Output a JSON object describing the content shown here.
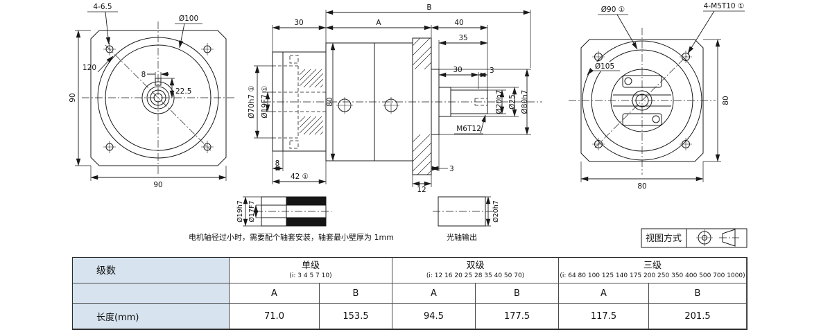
{
  "colors": {
    "line": "#1a1a1a",
    "table_header_bg": "#d7e4f0"
  },
  "front_view": {
    "dim_corner_holes": "4-6.5",
    "dim_outer_circle": "Ø100",
    "dim_bolt_circle": "120",
    "dim_height": "90",
    "dim_width": "90",
    "dim_keyway_depth": "22.5",
    "dim_keyway_width": "8"
  },
  "section_view": {
    "dim_total_b": "B",
    "dim_input_len": "30",
    "dim_body_a": "A",
    "dim_output_len": "40",
    "dim_shaft_sec": "35",
    "dim_shaft_len": "30",
    "dim_shaft_step": "3",
    "dim_pilot_bore": "Ø70h7 ①",
    "dim_input_bore": "Ø19F7 ①",
    "dim_body_height": "80",
    "dim_shaft_dia": "Ø20h7",
    "dim_shoulder_dia": "Ø25",
    "dim_pilot_dia": "Ø80h7",
    "thread_callout": "M6T12",
    "dim_hole_depth": "8",
    "dim_flange_len": "42 ①",
    "dim_flange_thick": "12",
    "dim_boss_thick": "3"
  },
  "rear_view": {
    "dim_bolt_circle": "Ø90 ①",
    "dim_tapped_holes": "4-M5T10 ①",
    "dim_outer_circle": "Ø105",
    "dim_height": "80",
    "dim_width": "80"
  },
  "sleeve_detail": {
    "dim_outer": "Ø19h7",
    "dim_bore": "Ø17F7",
    "note": "电机轴径过小时，需要配个轴套安装，轴套最小壁厚为 1mm"
  },
  "shaft_detail": {
    "dim_dia": "Ø20h7",
    "label": "光轴输出"
  },
  "projection": {
    "label": "视图方式"
  },
  "table": {
    "stage_label": "级数",
    "length_label": "长度(mm)",
    "col_a": "A",
    "col_b": "B",
    "groups": [
      {
        "name": "单级",
        "ratios": "(i: 3 4 5 7 10)",
        "a": "71.0",
        "b": "153.5"
      },
      {
        "name": "双级",
        "ratios": "(i: 12 16 20 25 28 35 40 50 70)",
        "a": "94.5",
        "b": "177.5"
      },
      {
        "name": "三级",
        "ratios": "(i: 64 80 100 125 140 175 200 250 350 400 500 700 1000)",
        "a": "117.5",
        "b": "201.5"
      }
    ]
  }
}
